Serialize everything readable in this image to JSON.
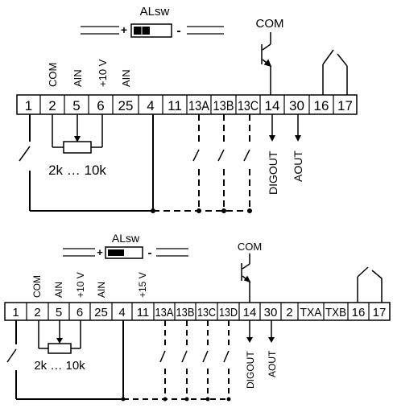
{
  "diagram_top": {
    "switch_label": "ALsw",
    "switch_plus": "+",
    "switch_minus": "-",
    "terminals": [
      "1",
      "2",
      "5",
      "6",
      "25",
      "4",
      "11",
      "13A",
      "13B",
      "13C",
      "14",
      "30",
      "16",
      "17"
    ],
    "top_labels": {
      "com": "COM",
      "ain1": "AIN",
      "plus10v": "+10 V",
      "ain2": "AIN"
    },
    "transistor_label": "COM",
    "pot_range": "2k … 10k",
    "bottom_labels": {
      "digout": "DIGOUT",
      "aout": "AOUT"
    }
  },
  "diagram_bottom": {
    "switch_label": "ALsw",
    "switch_plus": "+",
    "switch_minus": "-",
    "terminals": [
      "1",
      "2",
      "5",
      "6",
      "25",
      "4",
      "11",
      "13A",
      "13B",
      "13C",
      "13D",
      "14",
      "30",
      "2",
      "TXA",
      "TXB",
      "16",
      "17"
    ],
    "top_labels": {
      "com": "COM",
      "ain1": "AIN",
      "plus10v": "+10 V",
      "ain2": "AIN",
      "plus15v": "+15 V"
    },
    "transistor_label": "COM",
    "pot_range": "2k … 10k",
    "bottom_labels": {
      "digout": "DIGOUT",
      "aout": "AOUT"
    }
  }
}
